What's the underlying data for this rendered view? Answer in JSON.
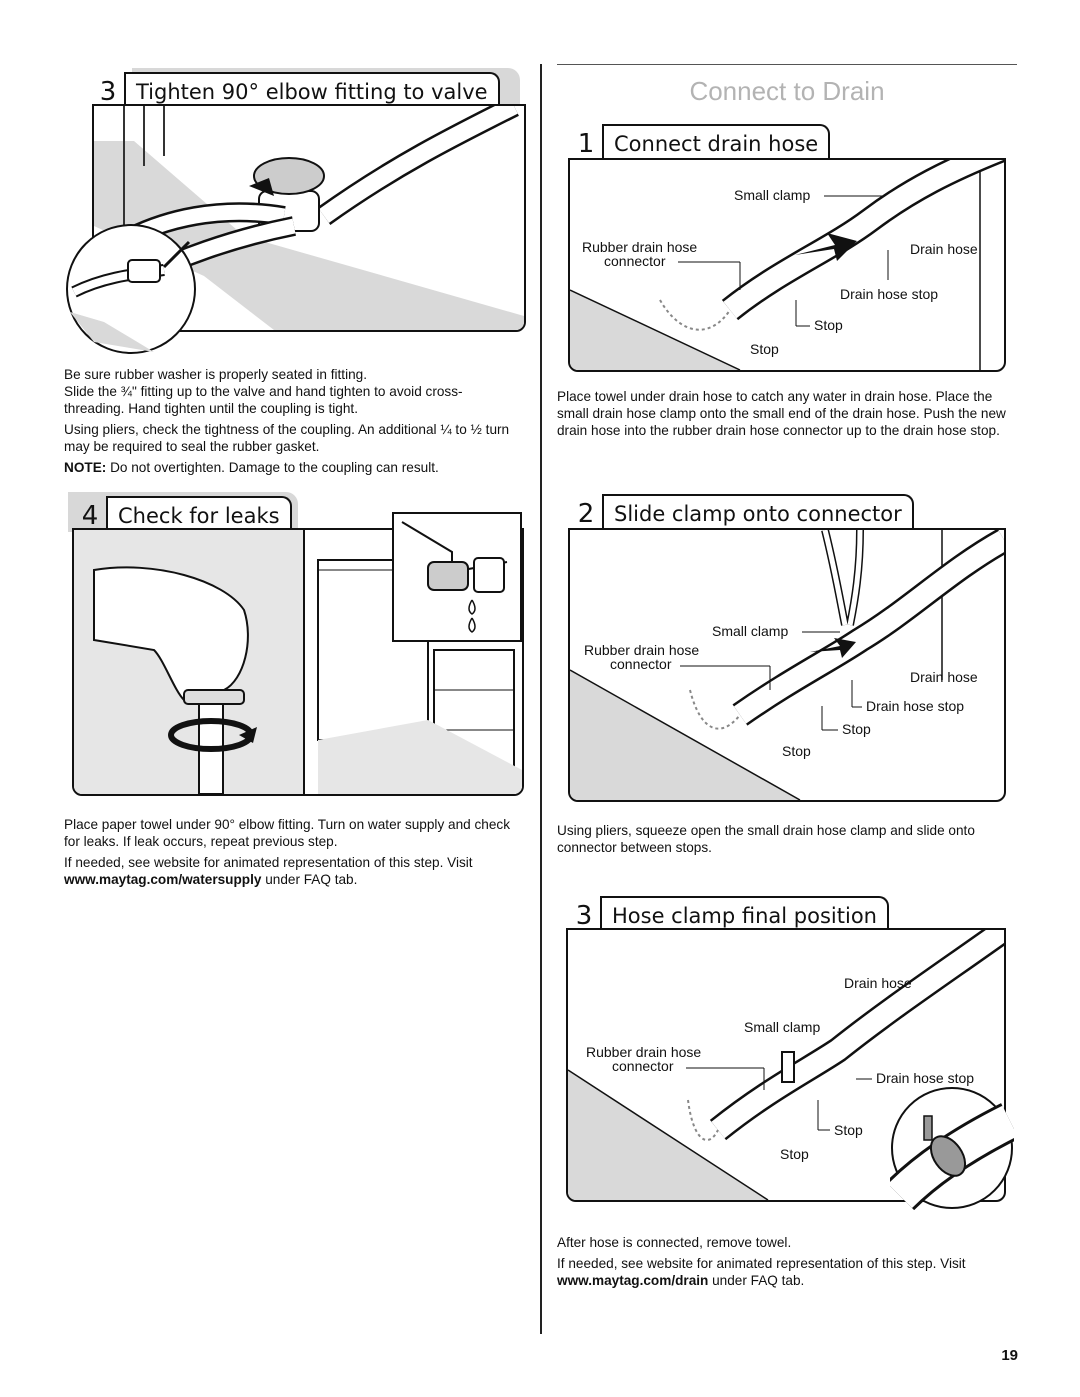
{
  "section_title": "Connect to Drain",
  "page_number": "19",
  "left": {
    "step3": {
      "number": "3",
      "title": "Tighten 90° elbow fitting to valve",
      "para1_line1": "Be sure rubber washer is properly seated in fitting.",
      "para1_line2": "Slide the ¾\" fitting up to the valve and hand tighten to avoid cross-threading. Hand tighten until the coupling is tight.",
      "para2": "Using pliers, check the tightness of the coupling. An additional ¼ to ½ turn may be required to seal the rubber gasket.",
      "note_label": "NOTE:",
      "note_text": " Do not overtighten. Damage to the coupling can result."
    },
    "step4": {
      "number": "4",
      "title": "Check for leaks",
      "para1": "Place paper towel under 90° elbow fitting. Turn on water supply and check for leaks. If leak occurs, repeat previous step.",
      "para2_a": "If needed, see website for animated representation of this step. Visit ",
      "para2_link": "www.maytag.com/watersupply",
      "para2_b": " under FAQ tab."
    }
  },
  "right": {
    "step1": {
      "number": "1",
      "title": "Connect drain hose",
      "labels": {
        "small_clamp": "Small clamp",
        "rubber_1": "Rubber drain hose",
        "rubber_2": "connector",
        "drain_hose": "Drain hose",
        "drain_hose_stop": "Drain hose stop",
        "stop_a": "Stop",
        "stop_b": "Stop"
      },
      "para": "Place towel under drain hose to catch any water in drain hose. Place the small drain hose clamp onto the small end of the drain hose. Push the new drain hose into the rubber drain hose connector up to the drain hose stop."
    },
    "step2": {
      "number": "2",
      "title": "Slide clamp onto connector",
      "labels": {
        "small_clamp": "Small clamp",
        "rubber_1": "Rubber drain hose",
        "rubber_2": "connector",
        "drain_hose": "Drain hose",
        "drain_hose_stop": "Drain hose stop",
        "stop_a": "Stop",
        "stop_b": "Stop"
      },
      "para": "Using pliers, squeeze open the small drain hose clamp and slide onto connector between stops."
    },
    "step3": {
      "number": "3",
      "title": "Hose clamp final position",
      "labels": {
        "drain_hose": "Drain hose",
        "small_clamp": "Small clamp",
        "rubber_1": "Rubber drain hose",
        "rubber_2": "connector",
        "drain_hose_stop": "Drain hose stop",
        "stop_a": "Stop",
        "stop_b": "Stop"
      },
      "para1": "After hose is connected, remove towel.",
      "para2_a": "If needed, see website for animated representation of this step. Visit ",
      "para2_link": "www.maytag.com/drain",
      "para2_b": " under FAQ tab."
    }
  }
}
